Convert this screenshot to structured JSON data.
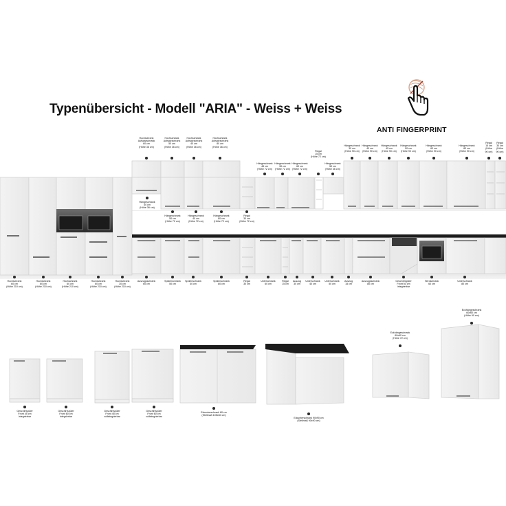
{
  "title": "Typenübersicht - Modell \"ARIA\" - Weiss + Weiss",
  "badge": {
    "label": "ANTI FINGERPRINT",
    "icon": "hand-pointer-no-fingerprint-icon"
  },
  "upper_labels": [
    {
      "id": "hoch-aufsatz-60",
      "text": "Hochschrank\nAufsatzschrank\n60 cm\n(Höhe 36 cm)"
    },
    {
      "id": "hoch-aufsatz-50",
      "text": "Hochschrank\nAufsatzschrank\n50 cm\n(Höhe 36 cm)"
    },
    {
      "id": "hoch-aufsatz-40",
      "text": "Hochschrank\nAufsatzschrank\n40 cm\n(Höhe 36 cm)"
    },
    {
      "id": "hoch-aufsatz-80",
      "text": "Hochschrank\nAufsatzschrank\n80 cm\n(Höhe 36 cm)"
    },
    {
      "id": "haenge-45-72",
      "text": "Hängeschrank\n45 cm\n(Höhe 72 cm)"
    },
    {
      "id": "haenge-30-72",
      "text": "Hängeschrank\n30 cm\n(Höhe 72 cm)"
    },
    {
      "id": "haenge-60-72",
      "text": "Hängeschrank\n60 cm\n(Höhe 72 cm)"
    },
    {
      "id": "regal-15-72",
      "text": "Regal\n15 cm\n(Höhe 72 cm)"
    },
    {
      "id": "haenge-50-36",
      "text": "Hängeschrank\n50 cm\n(Höhe 36 cm)"
    },
    {
      "id": "haenge-30-90",
      "text": "Hängeschrank\n30 cm\n(Höhe 90 cm)"
    },
    {
      "id": "haenge-40-90",
      "text": "Hängeschrank\n40 cm\n(Höhe 90 cm)"
    },
    {
      "id": "haenge-45-90",
      "text": "Hängeschrank\n45 cm\n(Höhe 90 cm)"
    },
    {
      "id": "haenge-50-90",
      "text": "Hängeschrank\n50 cm\n(Höhe 90 cm)"
    },
    {
      "id": "haenge-60-90",
      "text": "Hängeschrank\n60 cm\n(Höhe 90 cm)"
    },
    {
      "id": "haenge-80-90",
      "text": "Hängeschrank\n80 cm\n(Höhe 90 cm)"
    },
    {
      "id": "regal-15-90",
      "text": "Regal\n15 cm\n(Höhe\n90 cm)"
    },
    {
      "id": "regal-30-90",
      "text": "Regal\n30 cm\n(Höhe\n90 cm)"
    }
  ],
  "mid_labels": [
    {
      "id": "haenge-40-36",
      "text": "Hängeschrank\n40 cm\n(Höhe 36 cm)"
    },
    {
      "id": "haenge-50-72",
      "text": "Hängeschrank\n50 cm\n(Höhe 72 cm)"
    },
    {
      "id": "haenge-40-72",
      "text": "Hängeschrank\n40 cm\n(Höhe 72 cm)"
    },
    {
      "id": "haenge-80-72",
      "text": "Hängeschrank\n80 cm\n(Höhe 72 cm)"
    },
    {
      "id": "regal-30-72",
      "text": "Regal\n30 cm\n(Höhe 72 cm)"
    }
  ],
  "base_labels": [
    {
      "id": "hoch-60-a",
      "text": "Hochschrank\n60 cm\n(Höhe 210 cm)"
    },
    {
      "id": "hoch-60-b",
      "text": "Hochschrank\n60 cm\n(Höhe 210 cm)"
    },
    {
      "id": "hoch-60-c",
      "text": "Hochschrank\n60 cm\n(Höhe 210 cm)"
    },
    {
      "id": "hoch-60-d",
      "text": "Hochschrank\n60 cm\n(Höhe 210 cm)"
    },
    {
      "id": "hoch-30",
      "text": "Hochschrank\n30 cm\n(Höhe 210 cm)"
    },
    {
      "id": "auszug-60",
      "text": "Auszugsschrank\n60 cm"
    },
    {
      "id": "spuel-50",
      "text": "Spülenschrank\n50 cm"
    },
    {
      "id": "spuel-40",
      "text": "Spülenschrank\n40 cm"
    },
    {
      "id": "spuel-80",
      "text": "Spülenschrank\n80 cm"
    },
    {
      "id": "regal-30",
      "text": "Regal\n30 cm"
    },
    {
      "id": "unter-60",
      "text": "Unterschrank\n60 cm"
    },
    {
      "id": "regal-15",
      "text": "Regal\n15 cm"
    },
    {
      "id": "auszug-30",
      "text": "Auszug\n30 cm"
    },
    {
      "id": "unter-40",
      "text": "Unterschrank\n40 cm"
    },
    {
      "id": "unter-50",
      "text": "Unterschrank\n50 cm"
    },
    {
      "id": "auszug-15",
      "text": "Auszug\n15 cm"
    },
    {
      "id": "auszug-80",
      "text": "Auszugsschrank\n80 cm"
    },
    {
      "id": "geschirr-60-int",
      "text": "Geschirrspüler\nFront 60 cm\nintegrierbar"
    },
    {
      "id": "herd-60",
      "text": "Herdschrank\n60 cm"
    },
    {
      "id": "unter-80",
      "text": "Unterschrank\n80 cm"
    }
  ],
  "bottom_labels": [
    {
      "id": "gs-45-int",
      "text": "Geschirrspüler\nFront 45 cm\nintegrierbar"
    },
    {
      "id": "gs-60-int",
      "text": "Geschirrspüler\nFront 60 cm\nintegrierbar"
    },
    {
      "id": "gs-45-voll",
      "text": "Geschirrspüler\nFront 45 cm\nvollintegrierbar"
    },
    {
      "id": "gs-60-voll",
      "text": "Geschirrspüler\nFront 60 cm\nvollintegrierbar"
    },
    {
      "id": "eck-80",
      "text": "Eckunterschrank 80 cm\n(Stellmaß 105x60 cm)"
    },
    {
      "id": "eck-90",
      "text": "Eckunterschrank 90x90 cm\n(Stellmaß 90x90 cm)"
    },
    {
      "id": "eckh-60",
      "text": "Eckhängeschrank\n60x60 cm\n(Höhe 72 cm)"
    },
    {
      "id": "eckh-60-90",
      "text": "Eckhängeschrank\n60x60 cm\n(Höhe 90 cm)"
    }
  ],
  "colors": {
    "front": "#ffffff",
    "cabinet_edge": "#d6d6d6",
    "worktop": "#1c1c1c",
    "pin": "#2a2a2a"
  }
}
